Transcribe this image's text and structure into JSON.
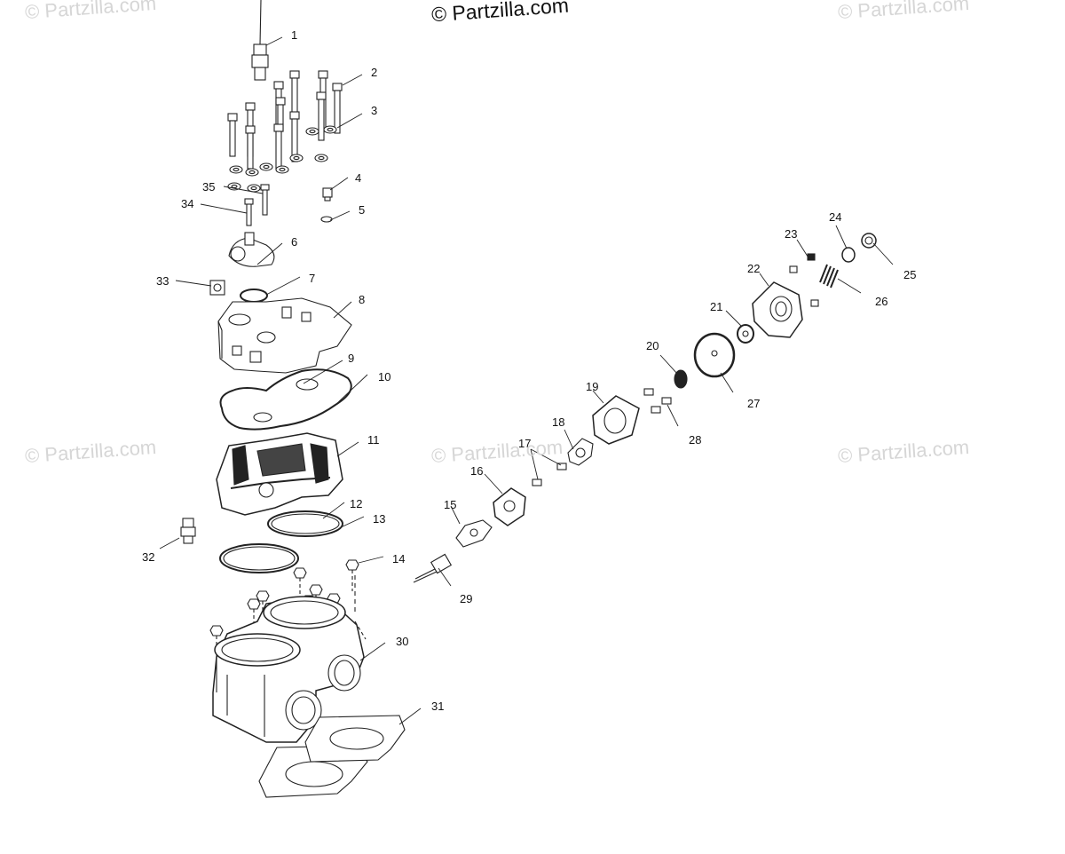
{
  "watermarks": {
    "top_left": "© Partzilla.com",
    "top_center": "© Partzilla.com",
    "top_right": "© Partzilla.com",
    "mid_left": "© Partzilla.com",
    "mid_center": "© Partzilla.com",
    "mid_right": "© Partzilla.com"
  },
  "callouts": [
    "1",
    "2",
    "3",
    "4",
    "5",
    "6",
    "7",
    "8",
    "9",
    "10",
    "11",
    "12",
    "13",
    "14",
    "15",
    "16",
    "17",
    "18",
    "19",
    "20",
    "21",
    "22",
    "23",
    "24",
    "25",
    "26",
    "27",
    "28",
    "29",
    "30",
    "31",
    "32",
    "33",
    "34",
    "35"
  ],
  "colors": {
    "line": "#222222",
    "watermark": "#d6d6d6"
  }
}
